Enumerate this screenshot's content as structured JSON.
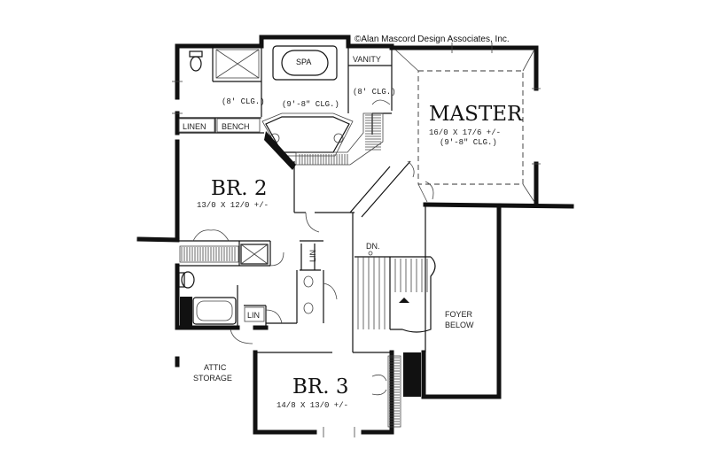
{
  "copyright": "©Alan Mascord Design Associates, Inc.",
  "rooms": {
    "master": {
      "name": "MASTER",
      "size": "16/0 X 17/6 +/-",
      "ceiling": "(9'-8\" CLG.)"
    },
    "br2": {
      "name": "BR. 2",
      "size": "13/0 X 12/0 +/-"
    },
    "br3": {
      "name": "BR. 3",
      "size": "14/8 X 13/0 +/-"
    }
  },
  "labels": {
    "spa": "SPA",
    "vanity": "VANITY",
    "linen": "LINEN",
    "bench": "BENCH",
    "lin_upper": "LIN",
    "lin_lower": "LIN",
    "dn": "DN.",
    "foyer_line1": "FOYER",
    "foyer_line2": "BELOW",
    "attic_line1": "ATTIC",
    "attic_line2": "STORAGE",
    "clg_8_left": "(8' CLG.)",
    "clg_98_bath": "(9'-8\" CLG.)",
    "clg_8_right": "(8' CLG.)"
  }
}
